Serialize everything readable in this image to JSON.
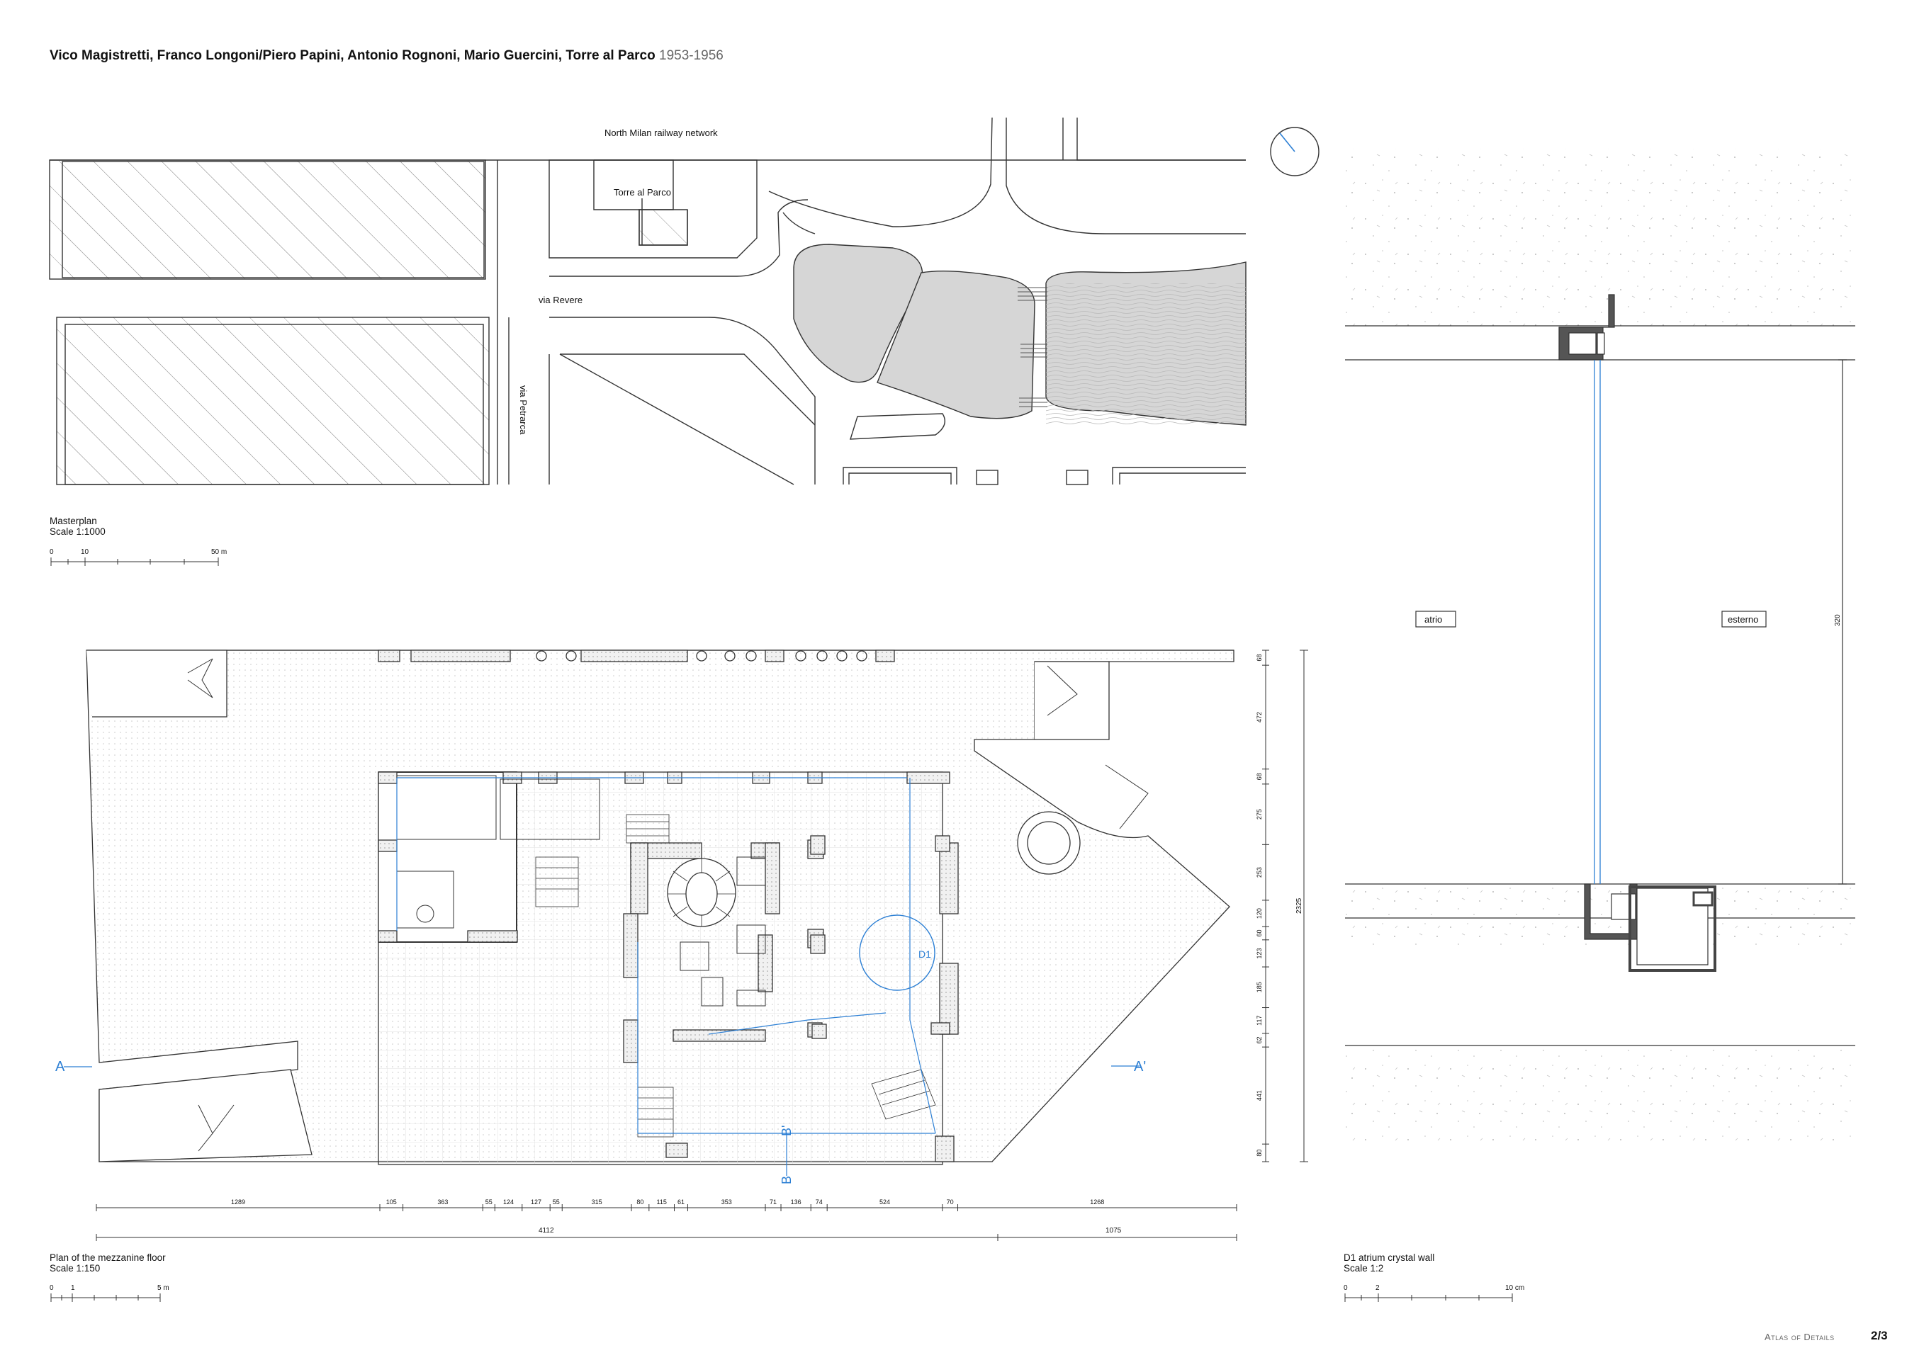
{
  "header": {
    "authors": "Vico Magistretti, Franco Longoni/Piero Papini, Antonio Rognoni, Mario Guercini, Torre al Parco",
    "years": "1953-1956"
  },
  "masterplan": {
    "label_railway": "North Milan railway network",
    "label_tower": "Torre al Parco",
    "label_revere": "via Revere",
    "label_petrarca": "via Petrarca",
    "caption_title": "Masterplan",
    "caption_scale": "Scale 1:1000",
    "scalebar": [
      "0",
      "10",
      "50 m"
    ]
  },
  "plan": {
    "caption_title": "Plan of the mezzanine floor",
    "caption_scale": "Scale 1:150",
    "scalebar": [
      "0",
      "1",
      "5 m"
    ],
    "section_a_left": "A",
    "section_a_right": "A'",
    "section_b": "B",
    "section_b_prime": "B'",
    "detail_marker": "D1",
    "dims_bottom": [
      "1289",
      "105",
      "363",
      "55",
      "124",
      "127",
      "55",
      "315",
      "80",
      "115",
      "61",
      "353",
      "71",
      "136",
      "74",
      "524",
      "70",
      "1268"
    ],
    "dims_total": [
      "4112",
      "1075"
    ],
    "dims_right": [
      "68",
      "472",
      "68",
      "275",
      "253",
      "120",
      "60",
      "123",
      "185",
      "117",
      "62",
      "441",
      "80"
    ],
    "dim_overall_right": "2325"
  },
  "detail": {
    "label_atrio": "atrio",
    "label_esterno": "esterno",
    "dim_height": "320",
    "caption_title": "D1  atrium crystal wall",
    "caption_scale": "Scale 1:2",
    "scalebar": [
      "0",
      "2",
      "10 cm"
    ]
  },
  "footer": {
    "brand": "Atlas of Details",
    "page": "2/3"
  }
}
